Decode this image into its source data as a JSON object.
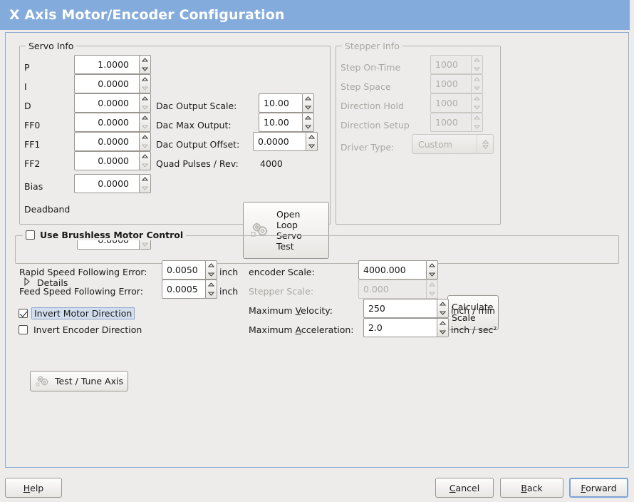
{
  "window": {
    "title": "X Axis Motor/Encoder Configuration",
    "title_bg": "#83abdb",
    "panel_border": "#8facd3",
    "background": "#edecea"
  },
  "servo_info": {
    "legend": "Servo Info",
    "fields": [
      {
        "label": "P",
        "value": "1.0000"
      },
      {
        "label": "I",
        "value": "0.0000"
      },
      {
        "label": "D",
        "value": "0.0000"
      },
      {
        "label": "FF0",
        "value": "0.0000"
      },
      {
        "label": "FF1",
        "value": "0.0000"
      },
      {
        "label": "FF2",
        "value": "0.0000"
      },
      {
        "label": "Bias",
        "value": "0.0000"
      },
      {
        "label": "Deadband",
        "value": "0.0000"
      }
    ],
    "dac": [
      {
        "label": "Dac Output Scale:",
        "value": "10.00"
      },
      {
        "label": "Dac Max Output:",
        "value": "10.00"
      },
      {
        "label": "Dac Output Offset:",
        "value": "0.0000"
      }
    ],
    "quad_pulses_label": "Quad Pulses / Rev:",
    "quad_pulses_value": "4000",
    "open_loop_button": {
      "line1": "Open",
      "line2": "Loop",
      "line3": "Servo",
      "line4": "Test",
      "icon": "gears-icon"
    }
  },
  "stepper_info": {
    "legend": "Stepper Info",
    "enabled": false,
    "fields": [
      {
        "label": "Step On-Time",
        "value": "1000"
      },
      {
        "label": "Step Space",
        "value": "1000"
      },
      {
        "label": "Direction Hold",
        "value": "1000"
      },
      {
        "label": "Direction Setup",
        "value": "1000"
      }
    ],
    "driver_type_label": "Driver Type:",
    "driver_type_value": "Custom"
  },
  "brushless": {
    "checkbox_label": "Use Brushless Motor Control",
    "checked": false,
    "details_label": "Details",
    "details_expanded": false
  },
  "tuning": {
    "rapid_label": "Rapid Speed Following Error:",
    "rapid_value": "0.0050",
    "rapid_units": "inch",
    "feed_label": "Feed Speed Following Error:",
    "feed_value": "0.0005",
    "feed_units": "inch",
    "invert_motor_label": "Invert Motor Direction",
    "invert_motor_checked": true,
    "invert_encoder_label": "Invert Encoder Direction",
    "invert_encoder_checked": false,
    "test_tune_label": "Test / Tune Axis"
  },
  "scales": {
    "encoder_scale_label": "encoder Scale:",
    "encoder_scale_value": "4000.000",
    "stepper_scale_label": "Stepper Scale:",
    "stepper_scale_value": "0.000",
    "stepper_scale_enabled": false,
    "max_velocity_label_pre": "Maximum ",
    "max_velocity_label_mn": "V",
    "max_velocity_label_post": "elocity:",
    "max_velocity_value": "250",
    "max_velocity_units": "inch / min",
    "max_accel_label_pre": "Maximum ",
    "max_accel_label_mn": "A",
    "max_accel_label_post": "cceleration:",
    "max_accel_value": "2.0",
    "max_accel_units": "inch / sec²",
    "calculate_scale_line1": "Calculate",
    "calculate_scale_line2": "Scale"
  },
  "buttons": {
    "help": {
      "mn": "H",
      "rest": "elp"
    },
    "cancel": {
      "mn": "C",
      "rest": "ancel"
    },
    "back": {
      "mn": "B",
      "rest": "ack"
    },
    "forward": {
      "mn": "F",
      "rest": "orward",
      "focused": true
    }
  }
}
